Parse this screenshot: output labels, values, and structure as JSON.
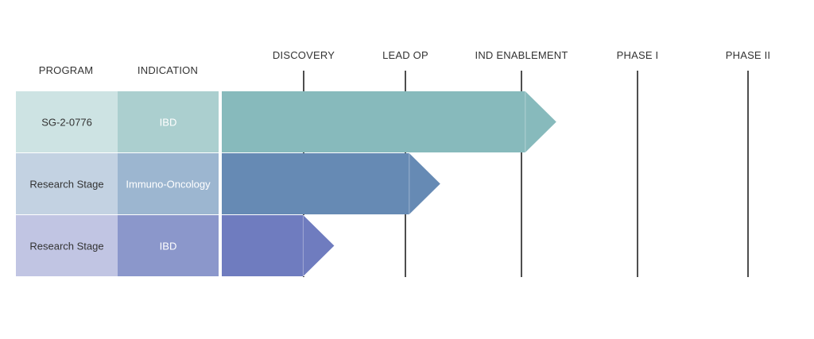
{
  "chart_data": {
    "type": "bar",
    "title": "",
    "columns": {
      "program": "PROGRAM",
      "indication": "INDICATION"
    },
    "stages": [
      "DISCOVERY",
      "LEAD OP",
      "IND ENABLEMENT",
      "PHASE I",
      "PHASE II"
    ],
    "rows": [
      {
        "program": "SG-2-0776",
        "indication": "IBD",
        "progress": 2.3
      },
      {
        "program": "Research Stage",
        "indication": "Immuno-Oncology",
        "progress": 1.3
      },
      {
        "program": "Research Stage",
        "indication": "IBD",
        "progress": 0.3
      }
    ],
    "colors": {
      "rows": [
        {
          "program_bg": "#cde3e3",
          "indication_bg": "#abcfcf",
          "bar": "#87babc",
          "program_text": "#333333",
          "indication_text": "#ffffff"
        },
        {
          "program_bg": "#c3d2e2",
          "indication_bg": "#9cb6d0",
          "bar": "#668ab4",
          "program_text": "#333333",
          "indication_text": "#ffffff"
        },
        {
          "program_bg": "#c1c5e3",
          "indication_bg": "#8b97cb",
          "bar": "#6f7cbf",
          "program_text": "#333333",
          "indication_text": "#ffffff"
        }
      ],
      "stage_line": "#222222",
      "divider": "#ffffff"
    }
  }
}
